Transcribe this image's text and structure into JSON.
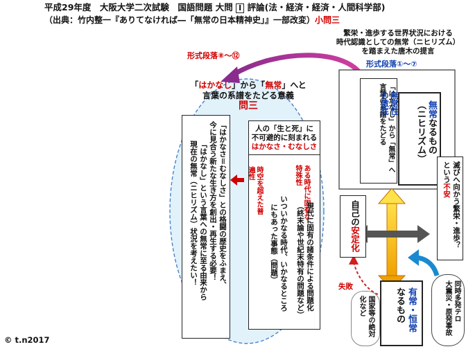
{
  "header": {
    "line1": "平成29年度　大阪大学二次試験　国語問題 大問",
    "roman": "I",
    "line1b": "評論(法・経済・経済・人間科学部)",
    "line2": "（出典：竹内整一『ありてなければ―「無常の日本精神史」』一部改変）",
    "q_label": "小問三"
  },
  "top_right": {
    "line1": "繁栄・進歩する世界状況における",
    "line2": "時代認識としての無常（ニヒリズム）",
    "line3": "を踏まえた唐木の提言"
  },
  "paragraphs": {
    "late": "形式段落⑧～⑫",
    "early": "形式段落①～⑦"
  },
  "ellipse": {
    "title_q1": "「",
    "title_hakanashi": "はかなし",
    "title_mid": "」から「",
    "title_mujo": "無常",
    "title_end": "」へと",
    "title2": "言葉の系譜をたどる意義",
    "question": "問三"
  },
  "center_box": {
    "line1": "人の「生と死」に",
    "line2": "不可避的に刻まれる",
    "line3": "はかなさ・むなしさ"
  },
  "labels": {
    "universal": "時空を超えた普遍性",
    "peculiar": "ある時代に固有な特殊性",
    "failure": "失敗",
    "failure_note": "国家等の絶対化など"
  },
  "columns": {
    "left_col1": "「はかなさ＝むなしさ」との格闘の歴史をふまえ、",
    "left_col2": "今に見合う新たな生き方を創出・再生する必要！",
    "left_col3": "「はかなし」という言葉への無常に至る由来から",
    "left_col4": "現在の無常（ニヒリズム）状況を考えたい！",
    "center_text1": "いついかなる時代、いかなるところ",
    "center_text2": "にもあった事態（問題）",
    "peculiar_text1": "現代に固有の諸条件による問題化",
    "peculiar_text2": "（終末論や世紀末特有の問題など）"
  },
  "right_boxes": {
    "genealogy1": "「はかなし」から「無常」へ",
    "genealogy2": "言葉の系譜をたどる",
    "thorough_a": "無常性",
    "thorough_b": "の徹底",
    "nihilism_a": "無常",
    "nihilism_b": "なるもの",
    "nihilism_c": "（ニヒリズム）",
    "self_a": "自己の",
    "self_b": "安定化",
    "constant_a": "有常・恒常",
    "constant_b": "なるもの",
    "anxiety_a": "滅びへ向かう繁栄・進歩？",
    "anxiety_b": "という",
    "anxiety_c": "不安",
    "disaster_a": "同時多発テロ",
    "disaster_b": "大震災・原発事故"
  },
  "copyright": "© t.n2017"
}
